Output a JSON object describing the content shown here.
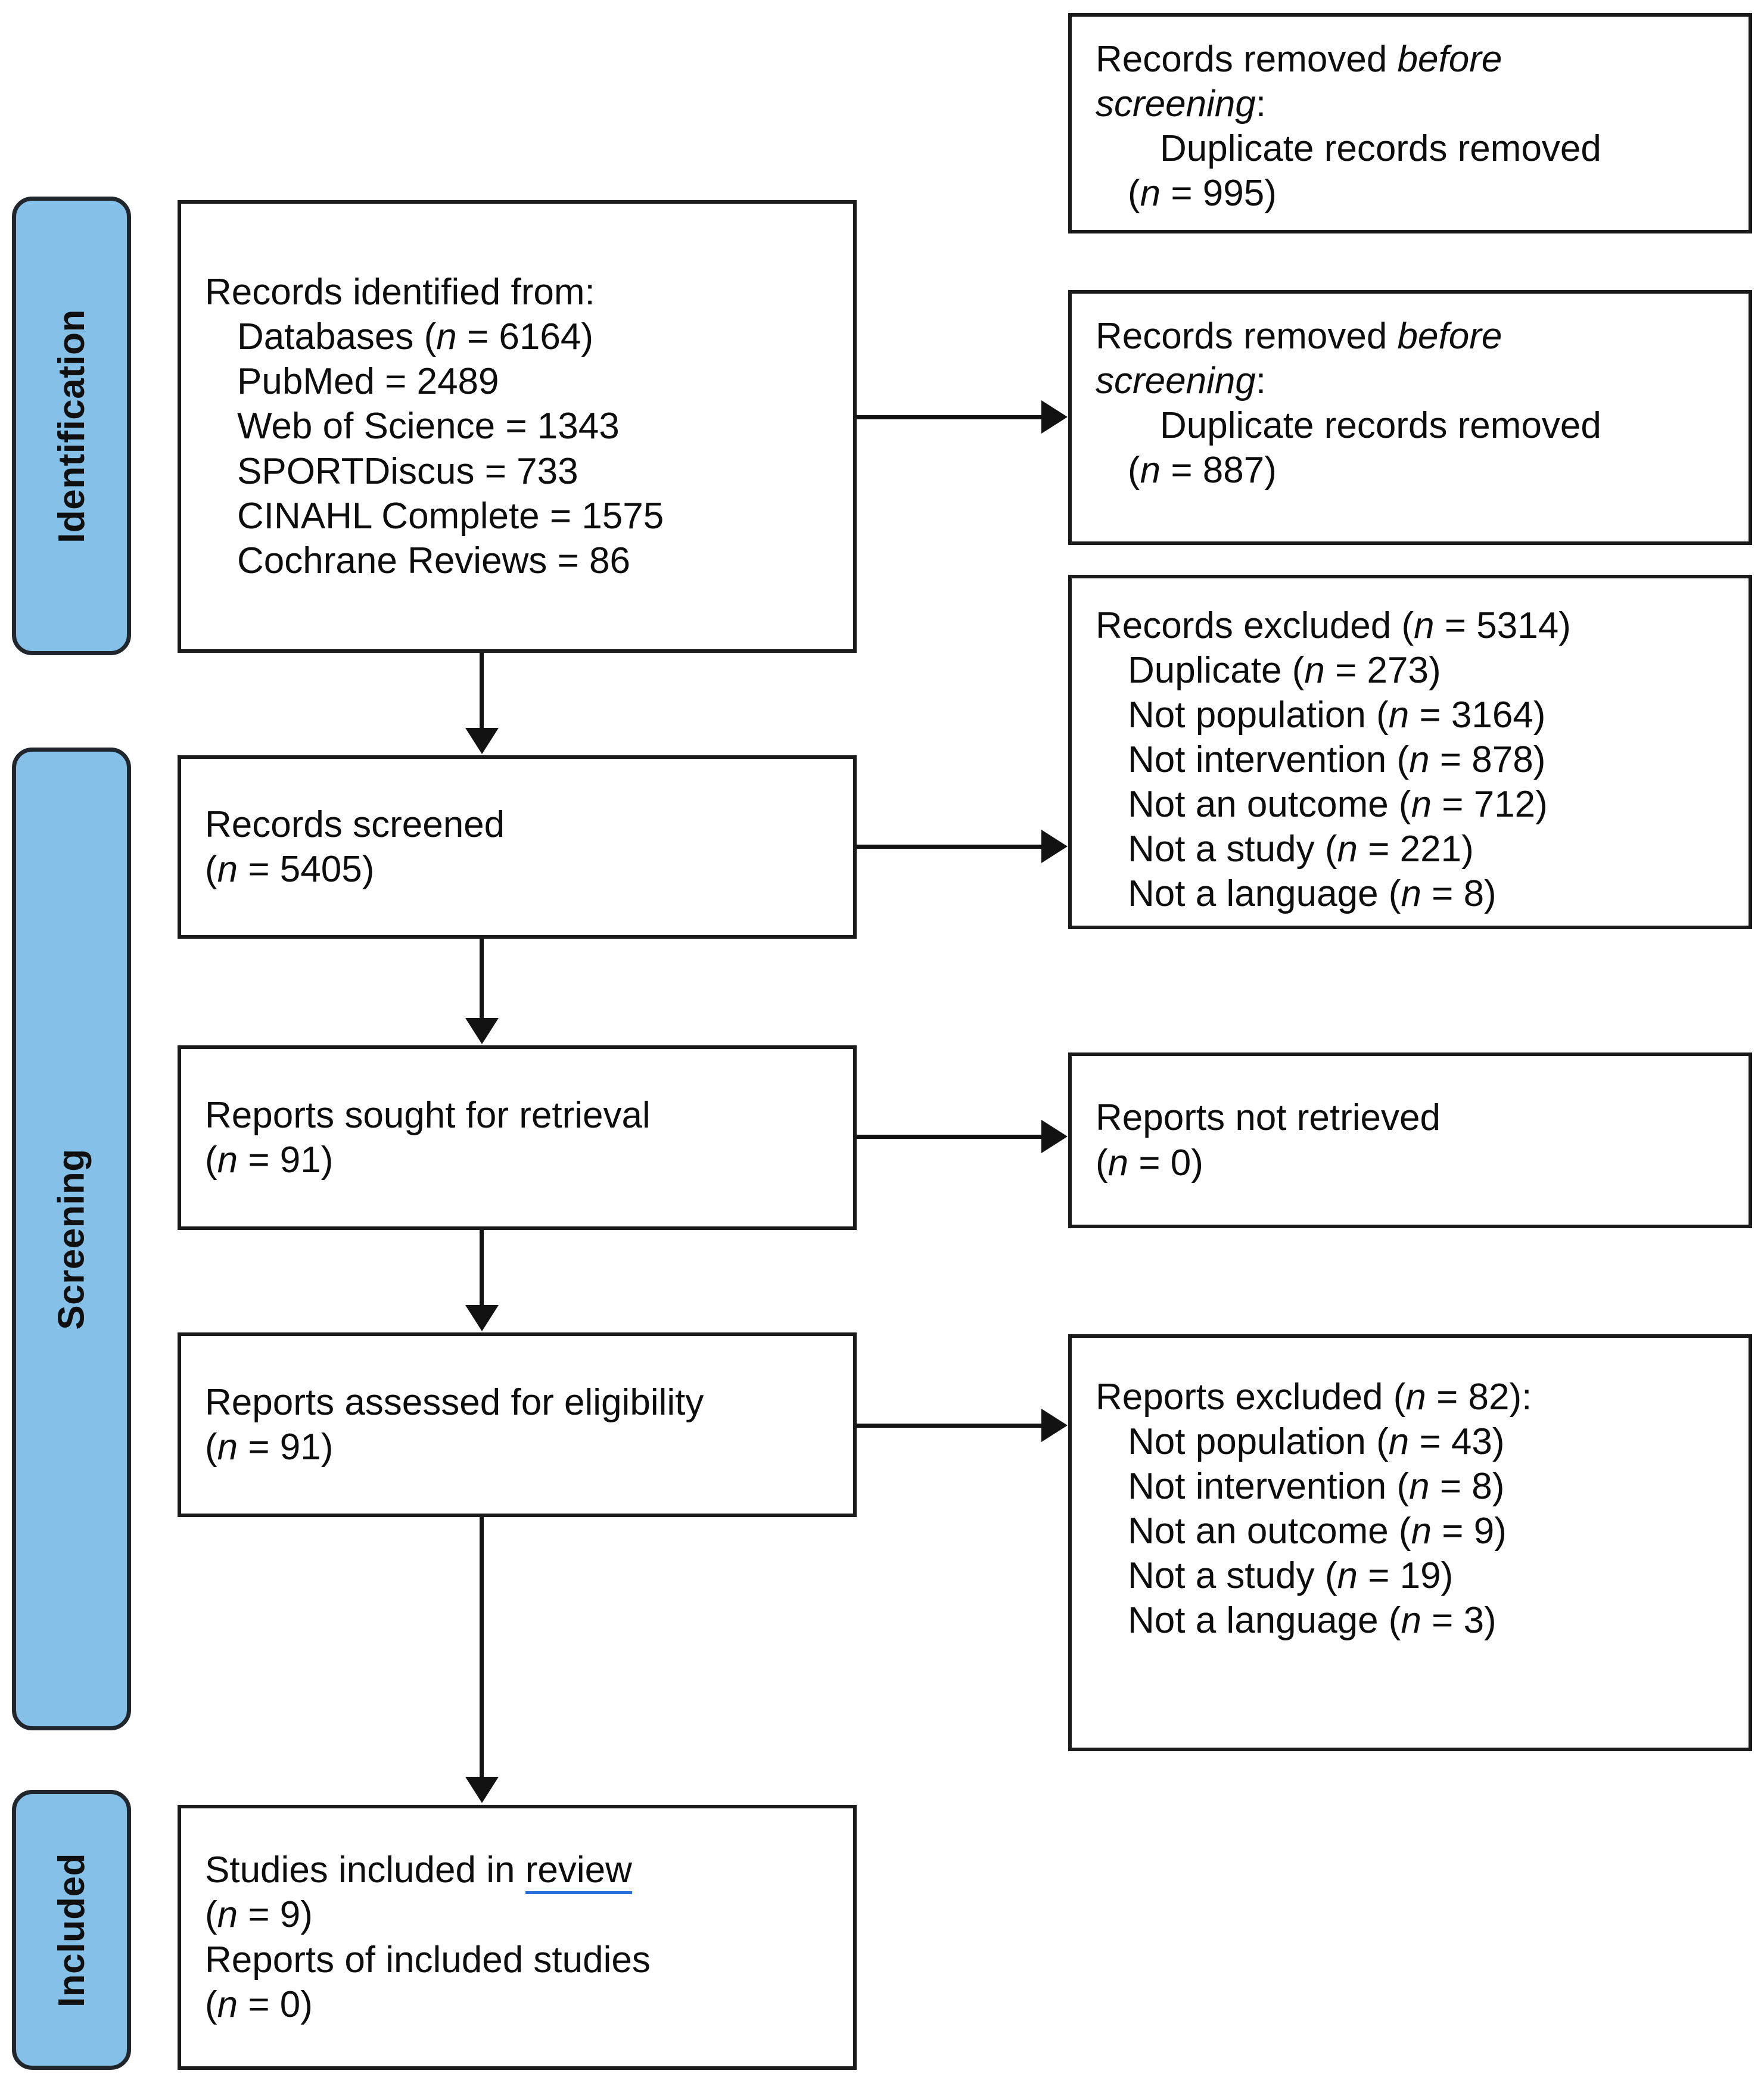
{
  "diagram": {
    "type": "PRISMA 2020 flow diagram",
    "accent_blue": "#85c0e8",
    "border_color": "#1b1b1b",
    "spellcheck_underline_color": "#2a6fdb"
  },
  "stages": [
    {
      "label": "Identification"
    },
    {
      "label": "Screening"
    },
    {
      "label": "Included"
    }
  ],
  "identification": {
    "records_identified": {
      "title": "Records identified from:",
      "databases": "Databases (n = 6164)",
      "sources": [
        "PubMed = 2489",
        "Web of Science = 1343",
        "SPORTDiscus = 733",
        "CINAHL Complete = 1575",
        "Cochrane Reviews = 86"
      ]
    },
    "removed_before_screening_1": {
      "line1_plain": "Records removed ",
      "line1_italic": "before",
      "line2_italic": "screening",
      "line2_plain": ":",
      "detail": "Duplicate records removed",
      "count": "(n = 995)"
    },
    "removed_before_screening_2": {
      "line1_plain": "Records removed ",
      "line1_italic": "before",
      "line2_italic": "screening",
      "line2_plain": ":",
      "detail": "Duplicate records removed",
      "count": "(n = 887)"
    }
  },
  "screening": {
    "records_screened": {
      "title": "Records screened",
      "count": "(n = 5405)"
    },
    "records_excluded": {
      "title": "Records excluded (n = 5314)",
      "reasons": [
        "Duplicate (n = 273)",
        "Not population (n = 3164)",
        "Not intervention (n = 878)",
        "Not an outcome (n = 712)",
        "Not a study (n = 221)",
        "Not a language (n = 8)"
      ]
    },
    "reports_sought": {
      "title": "Reports sought for retrieval",
      "count": "(n = 91)"
    },
    "reports_not_retrieved": {
      "title": "Reports not retrieved",
      "count": "(n = 0)"
    },
    "reports_assessed": {
      "title": "Reports assessed for eligibility",
      "count": "(n = 91)"
    },
    "reports_excluded": {
      "title": "Reports excluded (n = 82):",
      "reasons": [
        "Not population (n = 43)",
        "Not intervention (n = 8)",
        "Not an outcome (n = 9)",
        "Not a study (n = 19)",
        "Not a language (n = 3)"
      ]
    }
  },
  "included": {
    "studies_included": {
      "title_before": "Studies included in ",
      "title_spellcheck": "review",
      "count": "(n = 9)",
      "reports_title": "Reports of included studies",
      "reports_count": "(n = 0)"
    }
  },
  "chart_data": {
    "type": "table",
    "title": "PRISMA 2020 flow of information through the review",
    "stages": [
      "Identification",
      "Screening",
      "Included"
    ],
    "nodes": [
      {
        "id": "records_identified",
        "stage": "Identification",
        "label": "Records identified from databases",
        "n": 6164,
        "breakdown": {
          "PubMed": 2489,
          "Web of Science": 1343,
          "SPORTDiscus": 733,
          "CINAHL Complete": 1575,
          "Cochrane Reviews": 86
        }
      },
      {
        "id": "removed_before_screening_1",
        "stage": "Identification",
        "label": "Duplicate records removed",
        "n": 995
      },
      {
        "id": "removed_before_screening_2",
        "stage": "Identification",
        "label": "Duplicate records removed",
        "n": 887
      },
      {
        "id": "records_screened",
        "stage": "Screening",
        "label": "Records screened",
        "n": 5405
      },
      {
        "id": "records_excluded",
        "stage": "Screening",
        "label": "Records excluded",
        "n": 5314,
        "breakdown": {
          "Duplicate": 273,
          "Not population": 3164,
          "Not intervention": 878,
          "Not an outcome": 712,
          "Not a study": 221,
          "Not a language": 8
        }
      },
      {
        "id": "reports_sought",
        "stage": "Screening",
        "label": "Reports sought for retrieval",
        "n": 91
      },
      {
        "id": "reports_not_retrieved",
        "stage": "Screening",
        "label": "Reports not retrieved",
        "n": 0
      },
      {
        "id": "reports_assessed",
        "stage": "Screening",
        "label": "Reports assessed for eligibility",
        "n": 91
      },
      {
        "id": "reports_excluded",
        "stage": "Screening",
        "label": "Reports excluded",
        "n": 82,
        "breakdown": {
          "Not population": 43,
          "Not intervention": 8,
          "Not an outcome": 9,
          "Not a study": 19,
          "Not a language": 3
        }
      },
      {
        "id": "studies_included",
        "stage": "Included",
        "label": "Studies included in review",
        "n": 9
      },
      {
        "id": "reports_of_included",
        "stage": "Included",
        "label": "Reports of included studies",
        "n": 0
      }
    ],
    "edges": [
      {
        "from": "records_identified",
        "to": "removed_before_screening_2"
      },
      {
        "from": "records_identified",
        "to": "records_screened"
      },
      {
        "from": "records_screened",
        "to": "records_excluded"
      },
      {
        "from": "records_screened",
        "to": "reports_sought"
      },
      {
        "from": "reports_sought",
        "to": "reports_not_retrieved"
      },
      {
        "from": "reports_sought",
        "to": "reports_assessed"
      },
      {
        "from": "reports_assessed",
        "to": "reports_excluded"
      },
      {
        "from": "reports_assessed",
        "to": "studies_included"
      }
    ]
  }
}
